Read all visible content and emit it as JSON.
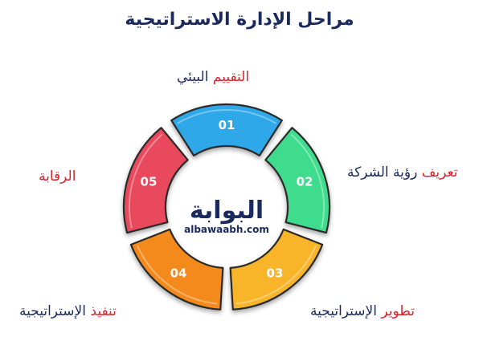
{
  "title": "مراحل الإدارة الاستراتيجية",
  "center_logo": {
    "arabic": "البوابة",
    "latin": "albawaabh.com"
  },
  "stages": [
    {
      "number": "01",
      "label_red": "التقييم",
      "label_navy": " البيئي",
      "color": "#2fa8e8",
      "order": "red-first"
    },
    {
      "number": "02",
      "label_red": "تعريف",
      "label_navy": " رؤية الشركة",
      "color": "#3fdc8e",
      "order": "red-first"
    },
    {
      "number": "03",
      "label_red": "تطوير",
      "label_navy": " الإستراتيجية",
      "color": "#f8b52a",
      "order": "red-first"
    },
    {
      "number": "04",
      "label_red": "تنفيذ",
      "label_navy": " الإستراتيجية",
      "color": "#f48a1e",
      "order": "red-first"
    },
    {
      "number": "05",
      "label_red": "الرقابة",
      "label_navy": "",
      "color": "#e84a5c",
      "order": "red-first"
    }
  ]
}
